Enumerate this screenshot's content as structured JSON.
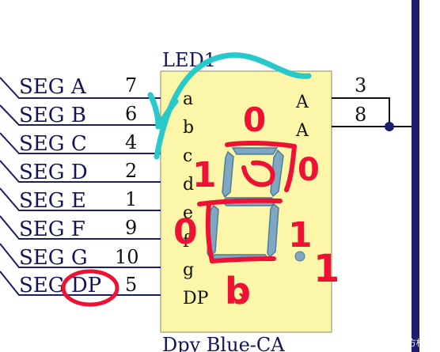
{
  "component": {
    "ref": "LED1",
    "part": "Dpy Blue-CA"
  },
  "left_pins": [
    {
      "net": "SEG A",
      "num": "7",
      "pin": "a"
    },
    {
      "net": "SEG B",
      "num": "6",
      "pin": "b"
    },
    {
      "net": "SEG C",
      "num": "4",
      "pin": "c"
    },
    {
      "net": "SEG D",
      "num": "2",
      "pin": "d"
    },
    {
      "net": "SEG E",
      "num": "1",
      "pin": "e"
    },
    {
      "net": "SEG F",
      "num": "9",
      "pin": "f"
    },
    {
      "net": "SEG G",
      "num": "10",
      "pin": "g"
    },
    {
      "net": "SEG DP",
      "num": "5",
      "pin": "DP"
    }
  ],
  "right_pins": [
    {
      "num": "3",
      "pin": "A"
    },
    {
      "num": "8",
      "pin": "A"
    }
  ],
  "annotations": {
    "top": "0",
    "upper_right": "0",
    "upper_left": "1",
    "lower_left": "0",
    "lower_right": "1",
    "far_right": "1",
    "bottom": "b"
  },
  "watermark": "CSDN @三方棵雪松",
  "colors": {
    "body_fill": "#fbf6a8",
    "body_stroke": "#8a8a6a",
    "navy_text": "#14145a",
    "segment_fill": "#7fa7c2",
    "segment_stroke": "#4a7f9c",
    "marker_red": "#ee1133",
    "marker_cyan": "#27c9c9",
    "bus_navy": "#1d1d6d"
  }
}
